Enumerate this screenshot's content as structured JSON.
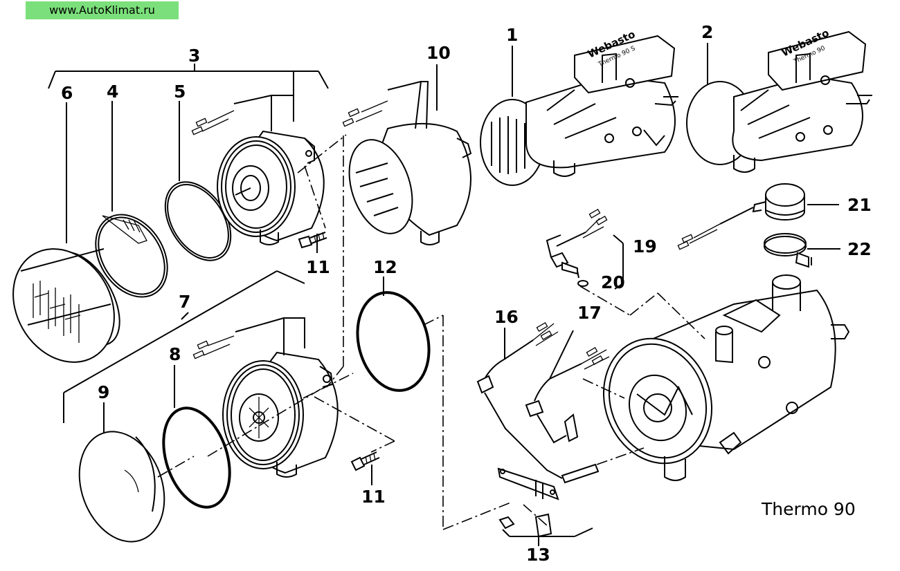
{
  "watermark": "www.AutoKlimat.ru",
  "model": "Thermo 90",
  "brand": {
    "heater_1": {
      "logo": "Webasto",
      "model": "Thermo 90 S"
    },
    "heater_2": {
      "logo": "Webasto",
      "model": "Thermo 90"
    }
  },
  "part_numbers": [
    "1",
    "2",
    "3",
    "4",
    "5",
    "6",
    "7",
    "8",
    "9",
    "10",
    "11",
    "11",
    "12",
    "13",
    "16",
    "17",
    "19",
    "20",
    "21",
    "22"
  ],
  "colors": {
    "watermark_bg": "#7be07b",
    "line": "#000000",
    "background": "#ffffff"
  }
}
